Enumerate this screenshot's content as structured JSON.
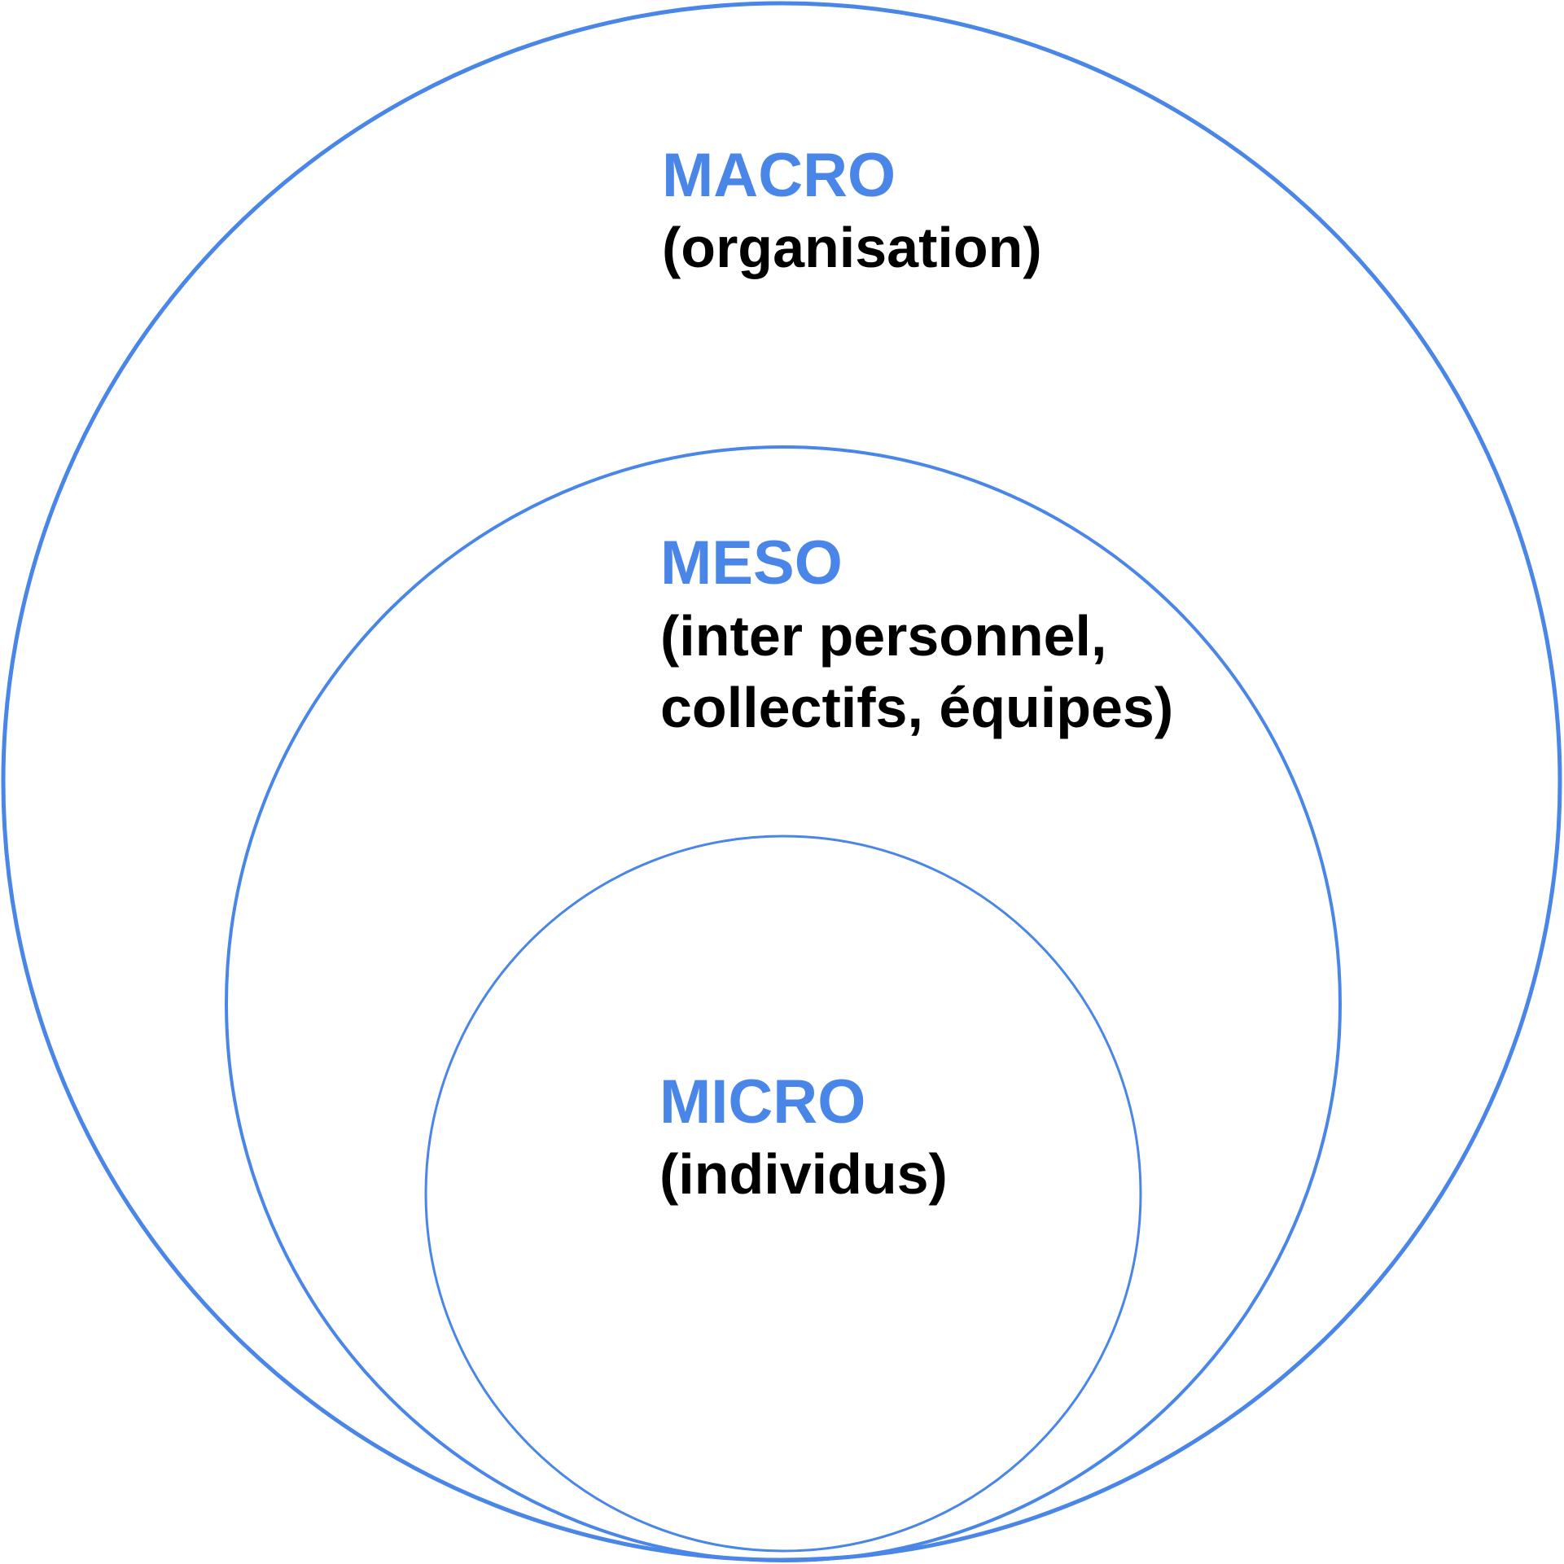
{
  "colors": {
    "accent": "#4a86e8",
    "text": "#000000"
  },
  "levels": [
    {
      "title": "MACRO",
      "lines": [
        "(organisation)"
      ]
    },
    {
      "title": "MESO",
      "lines": [
        "(inter personnel,",
        "collectifs, équipes)"
      ]
    },
    {
      "title": "MICRO",
      "lines": [
        "(individus)"
      ]
    }
  ]
}
